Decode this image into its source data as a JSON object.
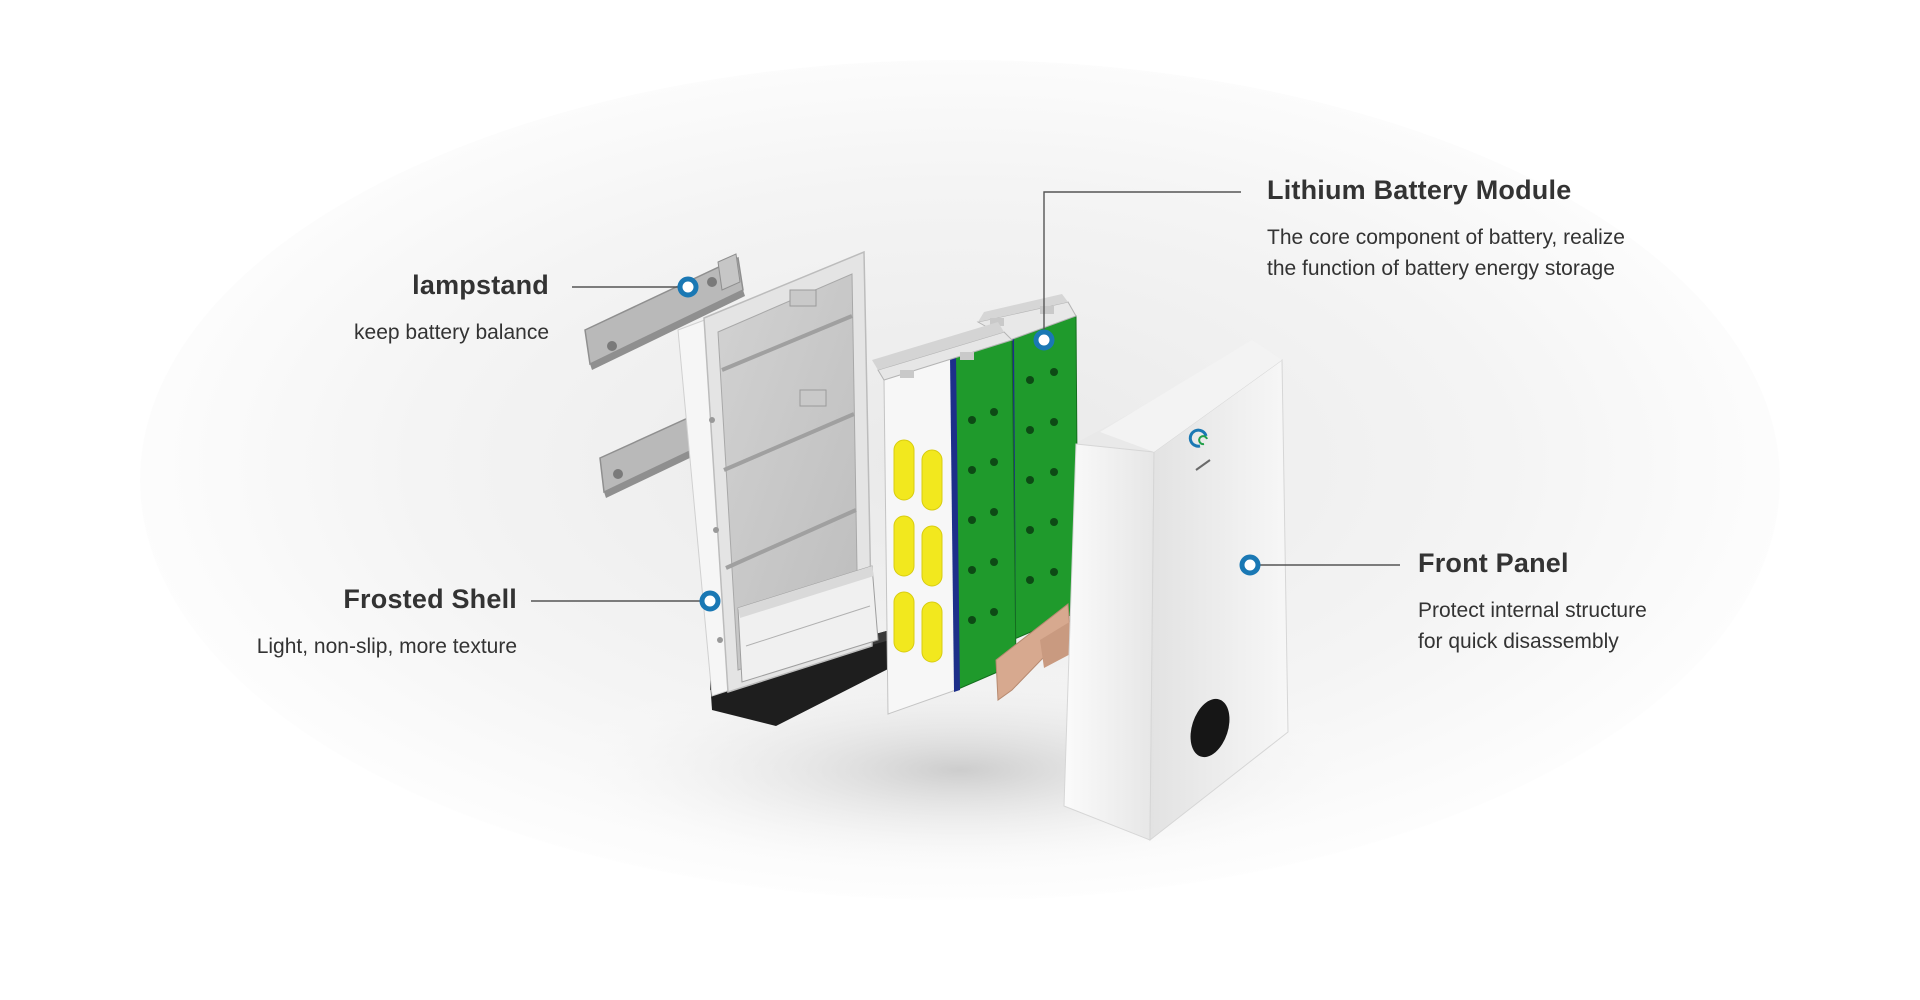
{
  "callouts": {
    "lampstand": {
      "title": "lampstand",
      "lines": [
        "keep battery balance"
      ]
    },
    "frosted_shell": {
      "title": "Frosted Shell",
      "lines": [
        "Light, non-slip, more texture"
      ]
    },
    "battery_module": {
      "title": "Lithium Battery Module",
      "lines": [
        "The core component of battery, realize",
        "the function of battery energy storage"
      ]
    },
    "front_panel": {
      "title": "Front Panel",
      "lines": [
        "Protect internal structure",
        "for quick disassembly"
      ]
    }
  },
  "colors": {
    "marker": "#1a78b4",
    "leader": "#555555",
    "cell_green": "#1f9a2c",
    "cell_yellow": "#f2e81e",
    "shell_white": "#f4f4f4",
    "base_black": "#1e1e1e",
    "copper": "#d7a98f"
  },
  "icons": [
    "callout-ring-icon",
    "brand-logo-icon",
    "cell-bolt-icon"
  ]
}
